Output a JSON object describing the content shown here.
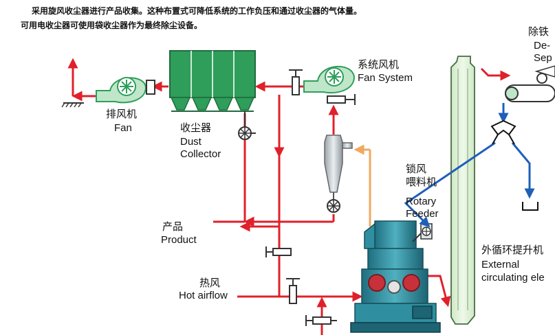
{
  "notes": {
    "line1": "采用旋风收尘器进行产品收集。这种布置式可降低系统的工作负压和通过收尘器的气体量。",
    "line2": "可用电收尘器可使用袋收尘器作为最终除尘设备。"
  },
  "labels": {
    "fan": {
      "cn": "排风机",
      "en": "Fan"
    },
    "dust_collector": {
      "cn": "收尘器",
      "en1": "Dust",
      "en2": "Collector"
    },
    "fan_system": {
      "cn": "系统风机",
      "en": "Fan System"
    },
    "product": {
      "cn": "产品",
      "en": "Product"
    },
    "hot_airflow": {
      "cn": "热风",
      "en": "Hot airflow"
    },
    "rotary_feeder": {
      "cn1": "锁风",
      "cn2": "喂料机",
      "en1": "Rotary",
      "en2": "Feeder"
    },
    "separator": {
      "cn": "除铁",
      "en1": "De-",
      "en2": "Sep"
    },
    "elevator": {
      "cn": "外循环提升机",
      "en1": "External",
      "en2": "circulating ele"
    }
  },
  "colors": {
    "flow_arrow": "#e0202a",
    "feed_arrow": "#1e5fb8",
    "return_arrow": "#f0a860",
    "equipment_green": "#2e9e5a",
    "fan_green": "#bfe6c9",
    "elevator_fill": "#d9efd0",
    "mill_teal": "#2f8fa0"
  }
}
